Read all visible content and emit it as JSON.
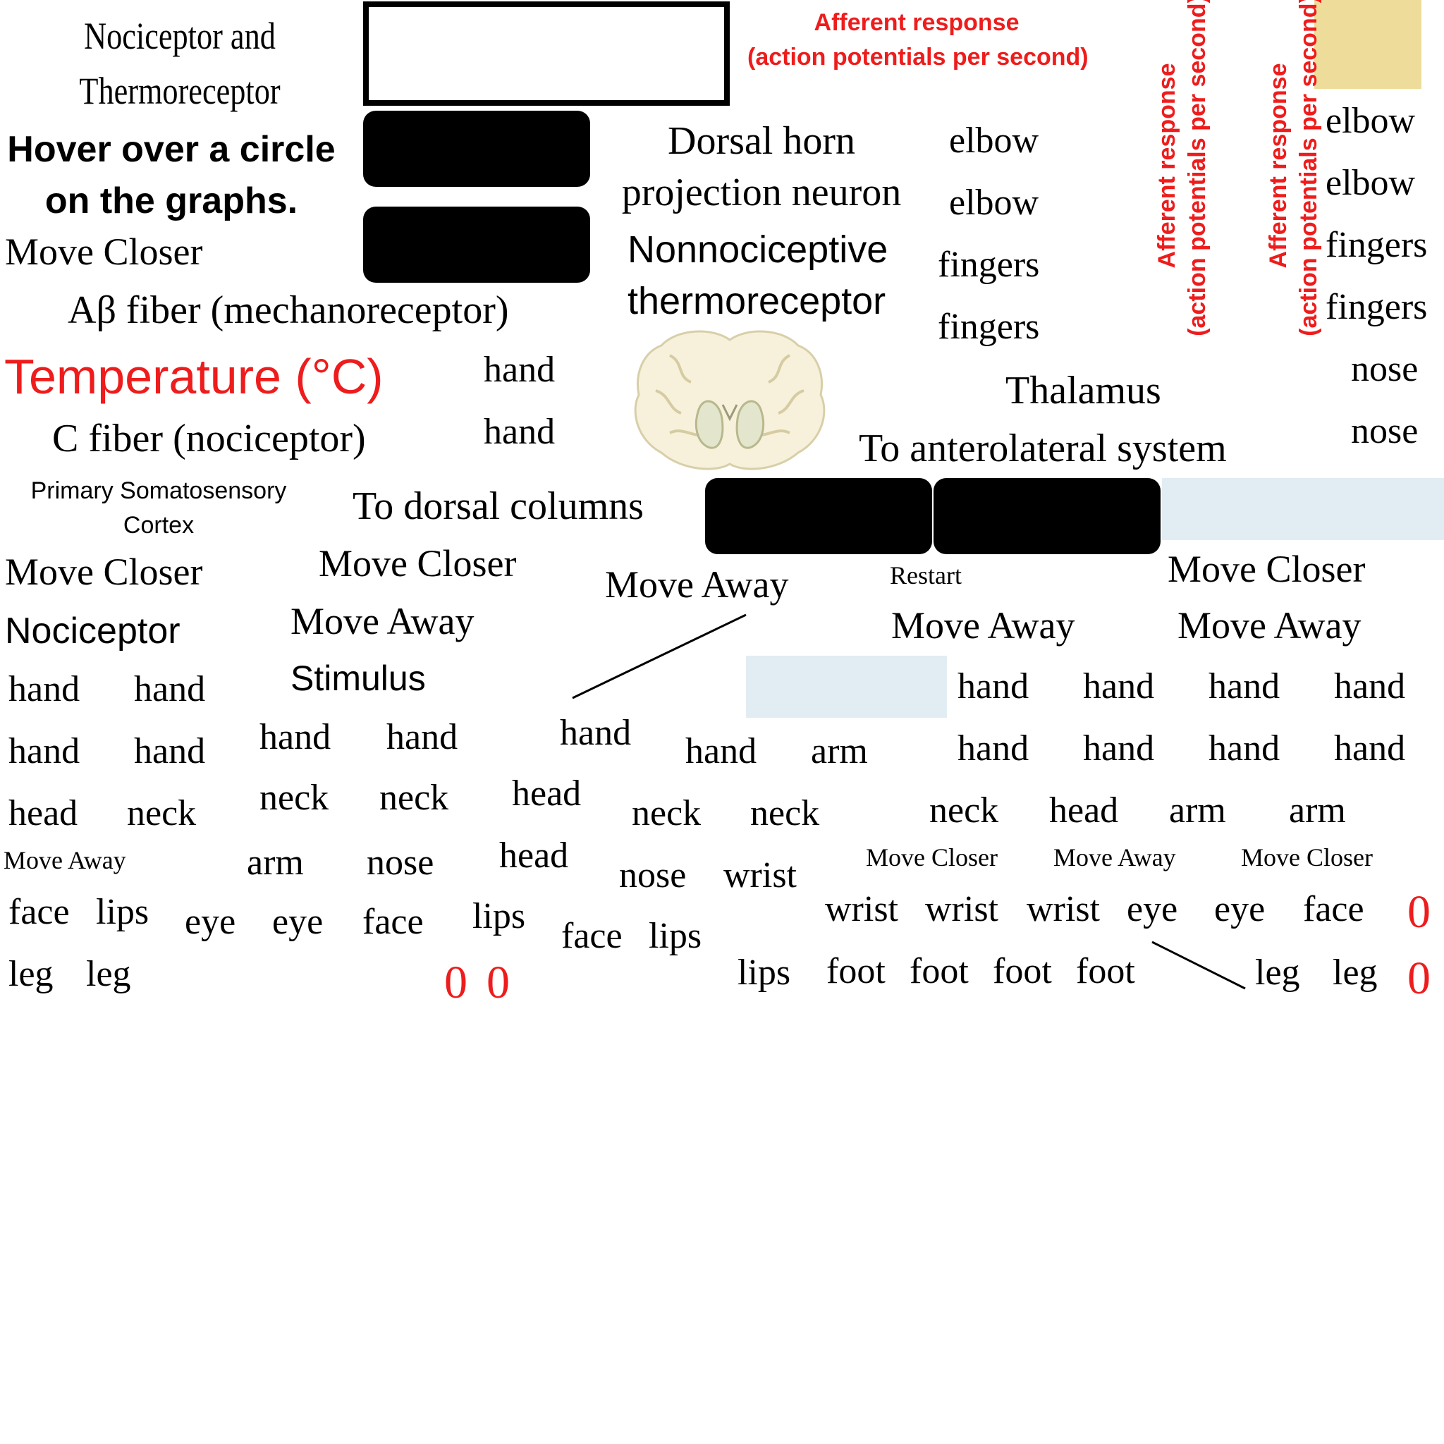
{
  "colors": {
    "accent_red": "#ee1c1c",
    "tan_swatch": "#eedc9a",
    "pale_blue": "#e2edf3",
    "black": "#000000"
  },
  "labels": {
    "nociceptor_and": "Nociceptor and",
    "thermoreceptor": "Thermoreceptor",
    "hover_line1": "Hover over a circle",
    "hover_line2": "on the graphs.",
    "move_closer_1": "Move Closer",
    "ab_fiber": "Aβ fiber  (mechanoreceptor)",
    "temperature": "Temperature (°C)",
    "c_fiber": "C fiber (nociceptor)",
    "s1_line1": "Primary Somatosensory",
    "s1_line2": "Cortex",
    "to_dorsal_columns": "To dorsal columns",
    "move_closer_2": "Move Closer",
    "nociceptor": "Nociceptor",
    "move_closer_3": "Move Closer",
    "move_away_1": "Move Away",
    "stimulus": "Stimulus",
    "move_away_2": "Move Away",
    "restart": "Restart",
    "move_away_3": "Move Away",
    "move_closer_4": "Move Closer",
    "move_away_4": "Move Away",
    "afferent_top_line1": "Afferent response",
    "afferent_top_line2": "(action potentials per second)",
    "afferent_vert_a": "Afferent response\n(action potentials per second)",
    "afferent_vert_b": "Afferent response\n(action potentials per second)",
    "dorsal_horn_line1": "Dorsal horn",
    "dorsal_horn_line2": "projection neuron",
    "nonnoci_line1": "Nonnociceptive",
    "nonnoci_line2": "thermoreceptor",
    "thalamus": "Thalamus",
    "to_anterolateral": "To anterolateral system",
    "move_away_small": "Move Away",
    "move_closer_small_1": "Move Closer",
    "move_away_small_2": "Move Away",
    "move_closer_small_2": "Move Closer"
  },
  "body_parts": {
    "hand_a": "hand",
    "hand_b": "hand",
    "elbow_a": "elbow",
    "elbow_b": "elbow",
    "fingers_a": "fingers",
    "fingers_b": "fingers",
    "elbow_c": "elbow",
    "elbow_d": "elbow",
    "fingers_c": "fingers",
    "fingers_d": "fingers",
    "nose_a": "nose",
    "nose_b": "nose",
    "r1_hand1": "hand",
    "r1_hand2": "hand",
    "r2_hand1": "hand",
    "r2_hand2": "hand",
    "r3_head": "head",
    "r3_neck": "neck",
    "m1_hand1": "hand",
    "m1_hand2": "hand",
    "m2_neck1": "neck",
    "m2_neck2": "neck",
    "m3_arm": "arm",
    "m3_nose": "nose",
    "c_hand": "hand",
    "c_head1": "head",
    "c_head2": "head",
    "d_hand": "hand",
    "d_arm": "arm",
    "d_neck1": "neck",
    "d_neck2": "neck",
    "d_nose": "nose",
    "d_wrist": "wrist",
    "e_hand1": "hand",
    "e_hand2": "hand",
    "e_hand3": "hand",
    "e_hand4": "hand",
    "e_hand5": "hand",
    "e_hand6": "hand",
    "e_hand7": "hand",
    "e_hand8": "hand",
    "e_neck": "neck",
    "e_head": "head",
    "e_arm1": "arm",
    "e_arm2": "arm",
    "f_face1": "face",
    "f_lips1": "lips",
    "f_eye1": "eye",
    "f_eye2": "eye",
    "f_face2": "face",
    "f_lips2": "lips",
    "f_face3": "face",
    "f_lips3": "lips",
    "f_wrist1": "wrist",
    "f_wrist2": "wrist",
    "f_wrist3": "wrist",
    "f_eye3": "eye",
    "f_eye4": "eye",
    "f_face4": "face",
    "g_leg1": "leg",
    "g_leg2": "leg",
    "g_lips": "lips",
    "g_foot1": "foot",
    "g_foot2": "foot",
    "g_foot3": "foot",
    "g_foot4": "foot",
    "g_leg3": "leg",
    "g_leg4": "leg"
  },
  "zeros": {
    "z1": "0",
    "z2": "0",
    "z3": "0",
    "z4": "0"
  }
}
